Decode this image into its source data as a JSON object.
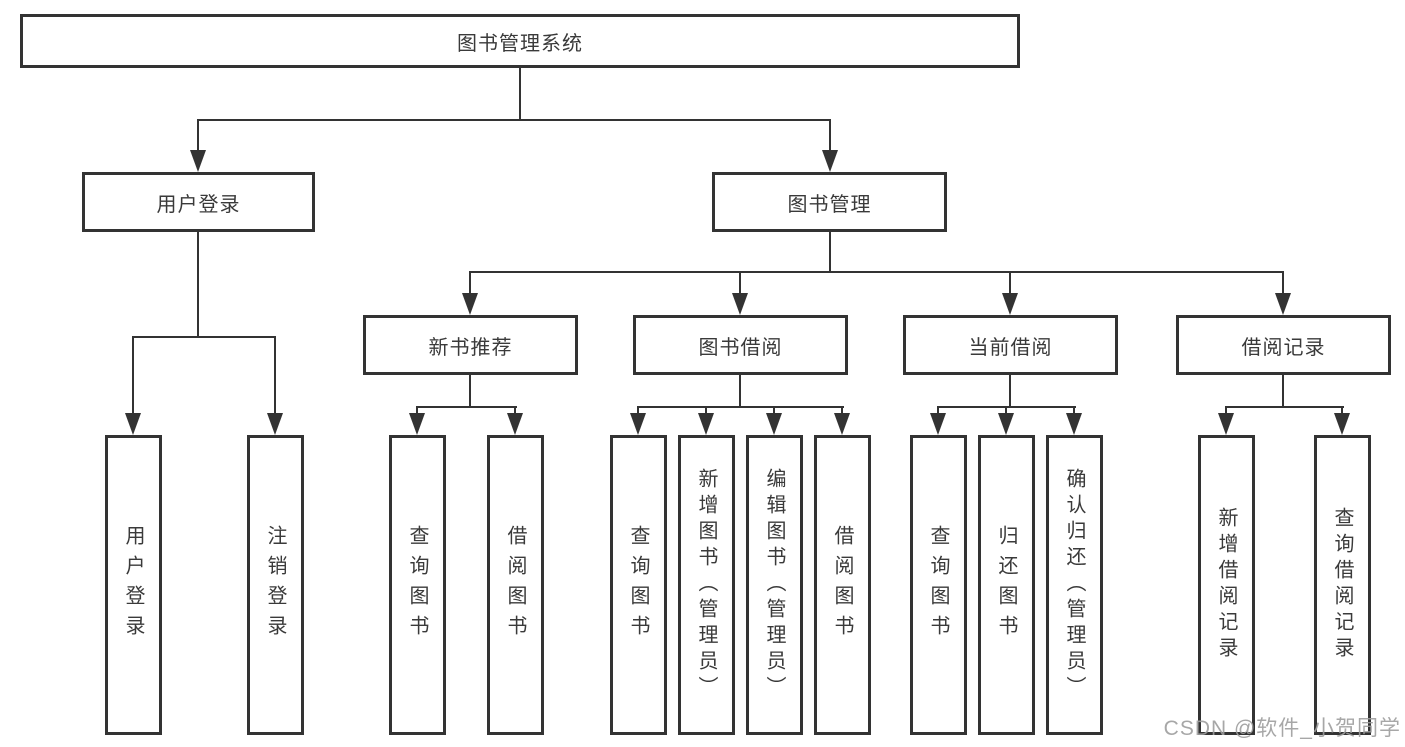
{
  "root": {
    "label": "图书管理系统"
  },
  "groups": [
    {
      "label": "用户登录",
      "children": [
        {
          "label": "用户登录"
        },
        {
          "label": "注销登录"
        }
      ]
    },
    {
      "label": "图书管理",
      "sections": [
        {
          "label": "新书推荐",
          "children": [
            {
              "label": "查询图书"
            },
            {
              "label": "借阅图书"
            }
          ]
        },
        {
          "label": "图书借阅",
          "children": [
            {
              "label": "查询图书"
            },
            {
              "label": "新增图书（管理员）"
            },
            {
              "label": "编辑图书（管理员）"
            },
            {
              "label": "借阅图书"
            }
          ]
        },
        {
          "label": "当前借阅",
          "children": [
            {
              "label": "查询图书"
            },
            {
              "label": "归还图书"
            },
            {
              "label": "确认归还（管理员）"
            }
          ]
        },
        {
          "label": "借阅记录",
          "children": [
            {
              "label": "新增借阅记录"
            },
            {
              "label": "查询借阅记录"
            }
          ]
        }
      ]
    }
  ],
  "watermark": {
    "text": "CSDN @软件_小贺同学"
  },
  "colors": {
    "line": "#333333",
    "border": "#333333",
    "text": "#3a3a3a",
    "watermark": "#9e9e9e",
    "background": "#ffffff"
  }
}
